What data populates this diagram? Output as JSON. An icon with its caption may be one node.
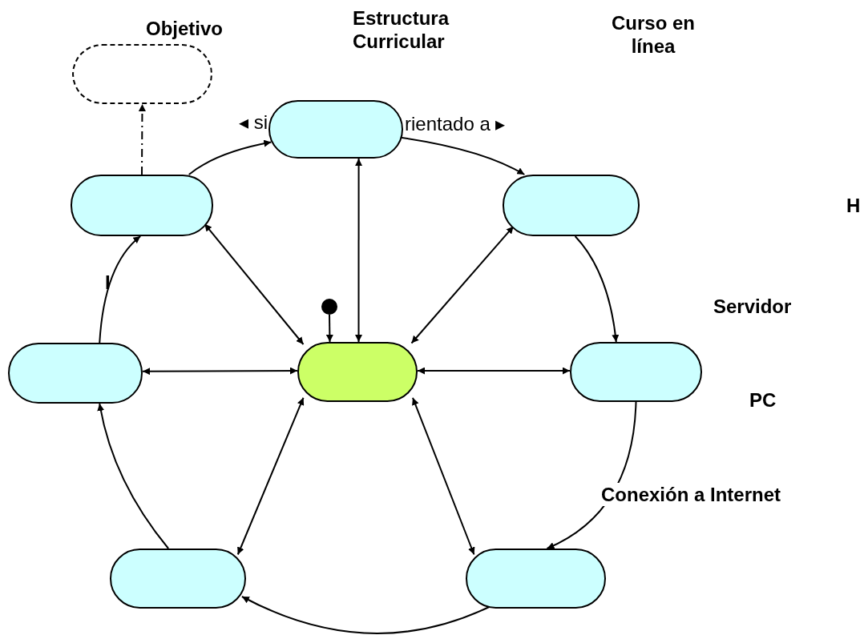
{
  "diagram": {
    "nodes": [
      {
        "text": [],
        "shape": "box",
        "beside": [
          "Objetivo"
        ]
      },
      {
        "text": [],
        "shape": "box"
      },
      {
        "text": [],
        "shape": "box"
      },
      {
        "text": [],
        "shape": "box"
      },
      {
        "text": [],
        "shape": "box"
      },
      {
        "text": [],
        "shape": "box"
      },
      {
        "text": [],
        "shape": "box"
      },
      {
        "text": [],
        "shape": "box"
      },
      {
        "text": [],
        "shape": "box"
      },
      {
        "text": [],
        "shape": "circle"
      }
    ],
    "edges": [
      {
        "from": 7,
        "to": 0,
        "arrow": "to",
        "style": "dashed"
      },
      {
        "from": 7,
        "to": 1,
        "arrow": "to"
      },
      {
        "from": 1,
        "to": 2,
        "arrow": "to"
      },
      {
        "from": 2,
        "to": 3,
        "arrow": "to"
      },
      {
        "from": 3,
        "to": 4,
        "arrow": "to"
      },
      {
        "from": 4,
        "to": 5,
        "arrow": "to"
      },
      {
        "from": 5,
        "to": 6,
        "arrow": "to"
      },
      {
        "from": 6,
        "to": 7,
        "arrow": "to"
      },
      {
        "from": 8,
        "to": 1,
        "arrow": "both"
      },
      {
        "from": 8,
        "to": 2,
        "arrow": "both"
      },
      {
        "from": 8,
        "to": 3,
        "arrow": "both"
      },
      {
        "from": 8,
        "to": 4,
        "arrow": "both"
      },
      {
        "from": 8,
        "to": 5,
        "arrow": "both"
      },
      {
        "from": 8,
        "to": 6,
        "arrow": "both"
      },
      {
        "from": 8,
        "to": 7,
        "arrow": "both"
      },
      {
        "from": 9,
        "to": 8,
        "arrow": "to"
      }
    ],
    "labels": [
      "Estructura Curricular",
      "Curso en línea",
      "◂ si",
      "rientado a ▸",
      "H",
      "I",
      "Servidor",
      "PC",
      "Conexión a Internet"
    ]
  }
}
